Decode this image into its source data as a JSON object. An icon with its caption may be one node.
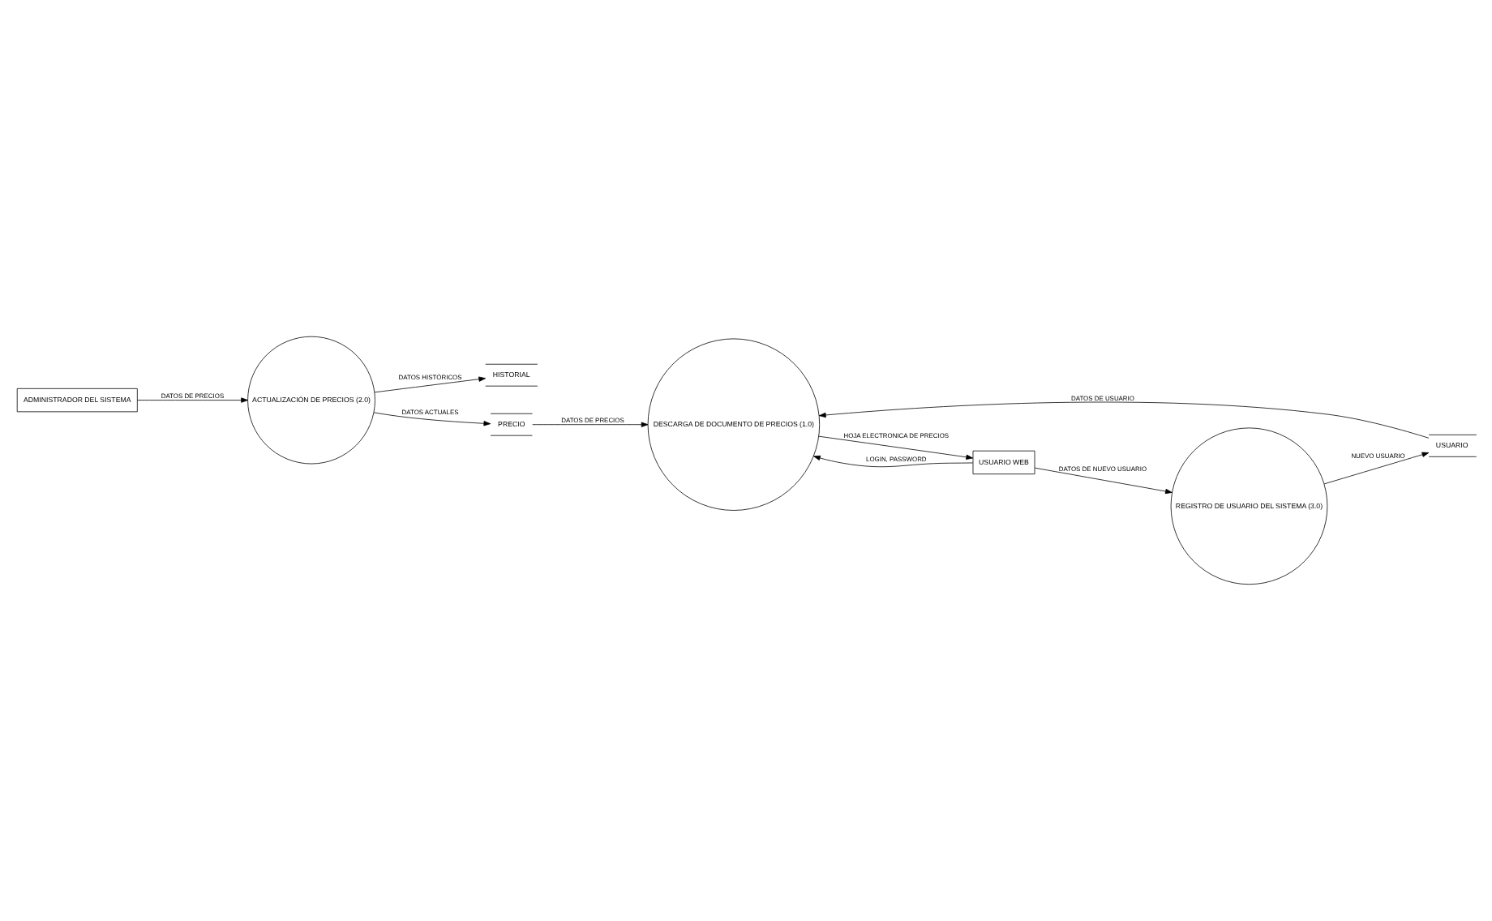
{
  "diagram": {
    "nodes": [
      {
        "text": [
          "HISTORIAL"
        ]
      },
      {
        "text": [
          "ACTUALIZACIÓN DE PRECIOS (2.0)"
        ]
      },
      {
        "text": [
          "ADMINISTRADOR DEL SISTEMA"
        ]
      },
      {
        "text": [
          "PRECIO"
        ]
      },
      {
        "text": [
          "USUARIO"
        ]
      },
      {
        "text": [
          "USUARIO WEB"
        ]
      },
      {
        "text": [
          "DESCARGA DE DOCUMENTO DE PRECIOS (1.0)"
        ]
      },
      {
        "text": [
          "REGISTRO DE USUARIO DEL SISTEMA (3.0)"
        ]
      }
    ],
    "edges": [
      {
        "from": 1,
        "to": 0,
        "arrow": "to",
        "label": "DATOS HISTÓRICOS"
      },
      {
        "from": 2,
        "to": 1,
        "arrow": "to",
        "label": "DATOS DE PRECIOS"
      },
      {
        "from": 1,
        "to": 3,
        "arrow": "to",
        "label": "DATOS ACTUALES"
      },
      {
        "from": 7,
        "to": 4,
        "arrow": "to",
        "label": "NUEVO USUARIO"
      },
      {
        "from": 4,
        "to": 6,
        "arrow": "to",
        "label": "DATOS DE USUARIO"
      },
      {
        "from": 3,
        "to": 6,
        "arrow": "to",
        "label": "DATOS DE PRECIOS"
      },
      {
        "from": 5,
        "to": 6,
        "arrow": "to",
        "label": "LOGIN, PASSWORD"
      },
      {
        "from": 6,
        "to": 5,
        "arrow": "to",
        "label": "HOJA ELECTRONICA DE PRECIOS"
      },
      {
        "from": 5,
        "to": 7,
        "arrow": "to",
        "label": "DATOS DE NUEVO USUARIO"
      }
    ]
  }
}
